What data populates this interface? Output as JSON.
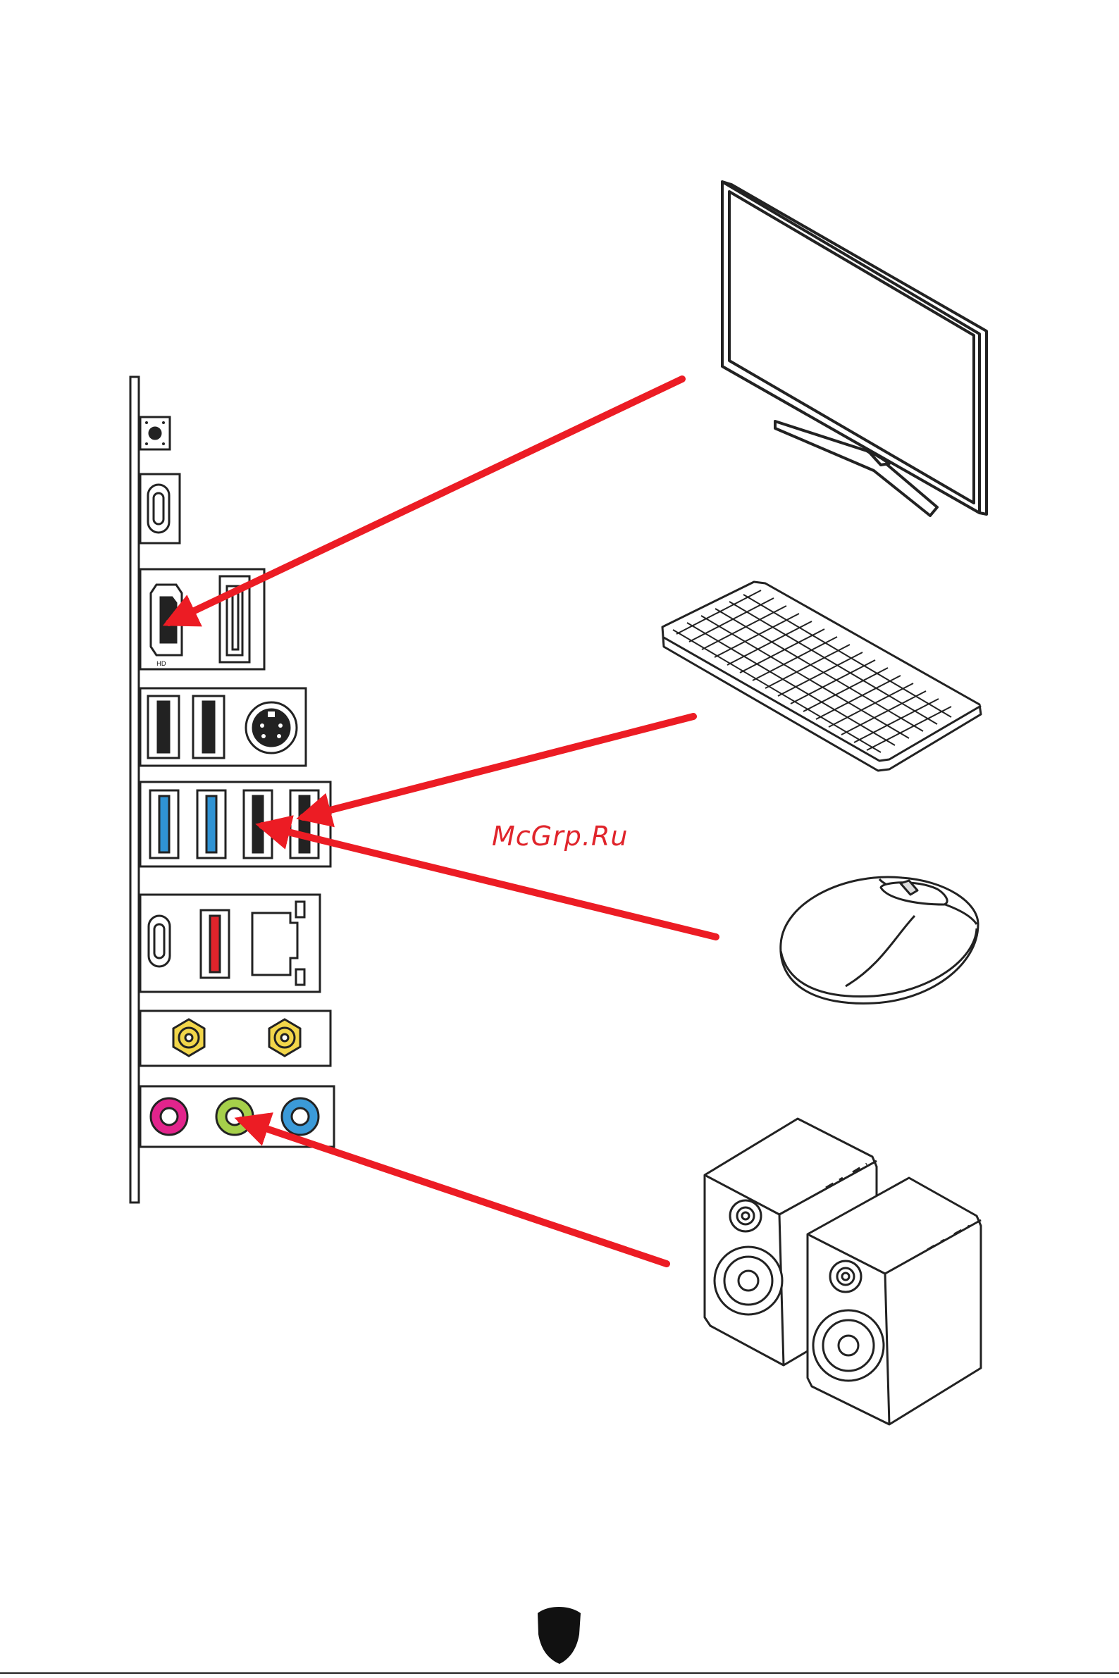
{
  "watermark": {
    "text": "McGrp.Ru"
  },
  "colors": {
    "arrow": "#ec1c24",
    "usb3_blue": "#2f93d4",
    "usb_red": "#e0242b",
    "antenna_gold": "#f2d64a",
    "audio_pink": "#e2248c",
    "audio_green": "#a6d04a",
    "audio_blue": "#3b9ad8",
    "line": "#222222"
  },
  "panel": {
    "ports": [
      "clear-cmos-button",
      "usb-type-c",
      "hdmi-port",
      "displayport",
      "usb-2-port",
      "usb-2-port",
      "ps2-port",
      "usb-3-port",
      "usb-3-port",
      "usb-2-port",
      "usb-2-port",
      "usb-type-c",
      "usb-3-red-port",
      "lan-port",
      "wifi-antenna-connector",
      "wifi-antenna-connector",
      "mic-in-jack",
      "line-out-jack",
      "line-in-jack"
    ]
  },
  "devices": [
    "monitor",
    "keyboard",
    "mouse",
    "speakers"
  ],
  "connections": [
    {
      "device": "monitor",
      "port": "hdmi-port"
    },
    {
      "device": "keyboard",
      "port": "usb-2-port"
    },
    {
      "device": "mouse",
      "port": "usb-2-port"
    },
    {
      "device": "speakers",
      "port": "line-out-jack"
    }
  ],
  "footer": {
    "logo": "shield-logo-icon"
  }
}
